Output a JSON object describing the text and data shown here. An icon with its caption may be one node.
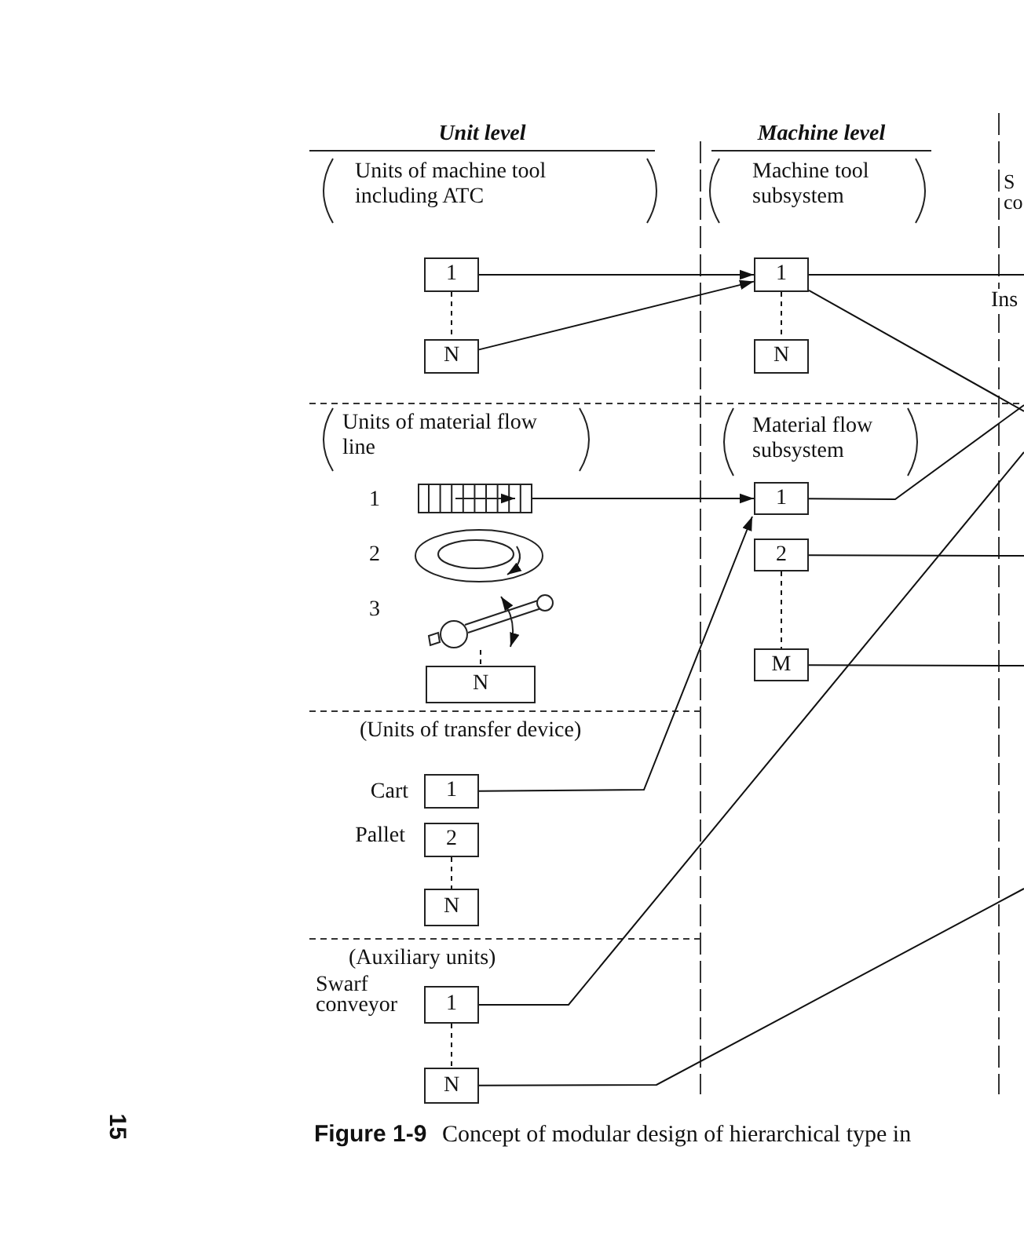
{
  "diagram": {
    "caption": "**Figure 1-9** Concept of modular design of hierarchical type in",
    "nodes": [
      {
        "text": [
          "1"
        ]
      },
      {
        "text": [
          "1"
        ]
      },
      {
        "text": [
          "N"
        ]
      },
      {
        "text": [
          "N"
        ]
      },
      {
        "text": [],
        "shape": "picture",
        "beside": [
          "1"
        ]
      },
      {
        "text": [
          "1"
        ]
      },
      {
        "text": [],
        "shape": "picture",
        "beside": [
          "2"
        ]
      },
      {
        "text": [
          "2"
        ]
      },
      {
        "text": [],
        "shape": "picture",
        "beside": [
          "3"
        ]
      },
      {
        "text": [
          "M"
        ]
      },
      {
        "text": [
          "N"
        ]
      },
      {
        "text": [
          "1"
        ],
        "beside": [
          "Cart"
        ]
      },
      {
        "text": [
          "2"
        ],
        "beside": [
          "Pallet"
        ]
      },
      {
        "text": [
          "N"
        ]
      },
      {
        "text": [
          "1"
        ],
        "beside": [
          "Swarf conveyor"
        ]
      },
      {
        "text": [
          "N"
        ]
      }
    ],
    "edges": [
      {
        "from": 0,
        "to": 1,
        "arrow": "to"
      },
      {
        "from": 2,
        "to": 1,
        "arrow": "to"
      },
      {
        "from": 0,
        "to": 2,
        "arrow": "none",
        "style": "dashed"
      },
      {
        "from": 1,
        "to": 3,
        "arrow": "none",
        "style": "dashed"
      },
      {
        "from": 1,
        "to": null,
        "arrow": "none"
      },
      {
        "from": 1,
        "to": null,
        "arrow": "none"
      },
      {
        "from": 4,
        "to": 5,
        "arrow": "to"
      },
      {
        "from": 5,
        "to": null,
        "arrow": "none"
      },
      {
        "from": 7,
        "to": null,
        "arrow": "none"
      },
      {
        "from": 7,
        "to": 9,
        "arrow": "none",
        "style": "dashed"
      },
      {
        "from": 9,
        "to": null,
        "arrow": "none"
      },
      {
        "from": 8,
        "to": 10,
        "arrow": "none",
        "style": "dashed"
      },
      {
        "from": 11,
        "to": 5,
        "arrow": "to"
      },
      {
        "from": 12,
        "to": 13,
        "arrow": "none",
        "style": "dashed"
      },
      {
        "from": 14,
        "to": null,
        "arrow": "none"
      },
      {
        "from": 14,
        "to": 15,
        "arrow": "none",
        "style": "dashed"
      },
      {
        "from": 15,
        "to": null,
        "arrow": "none"
      }
    ],
    "labels": [
      "Unit level",
      "Machine level",
      "Units of machine tool including ATC",
      "Machine tool subsystem",
      "S",
      "co",
      "Ins",
      "Units of material flow line",
      "Material flow subsystem",
      "(Units of transfer device)",
      "(Auxiliary units)",
      "15"
    ]
  }
}
